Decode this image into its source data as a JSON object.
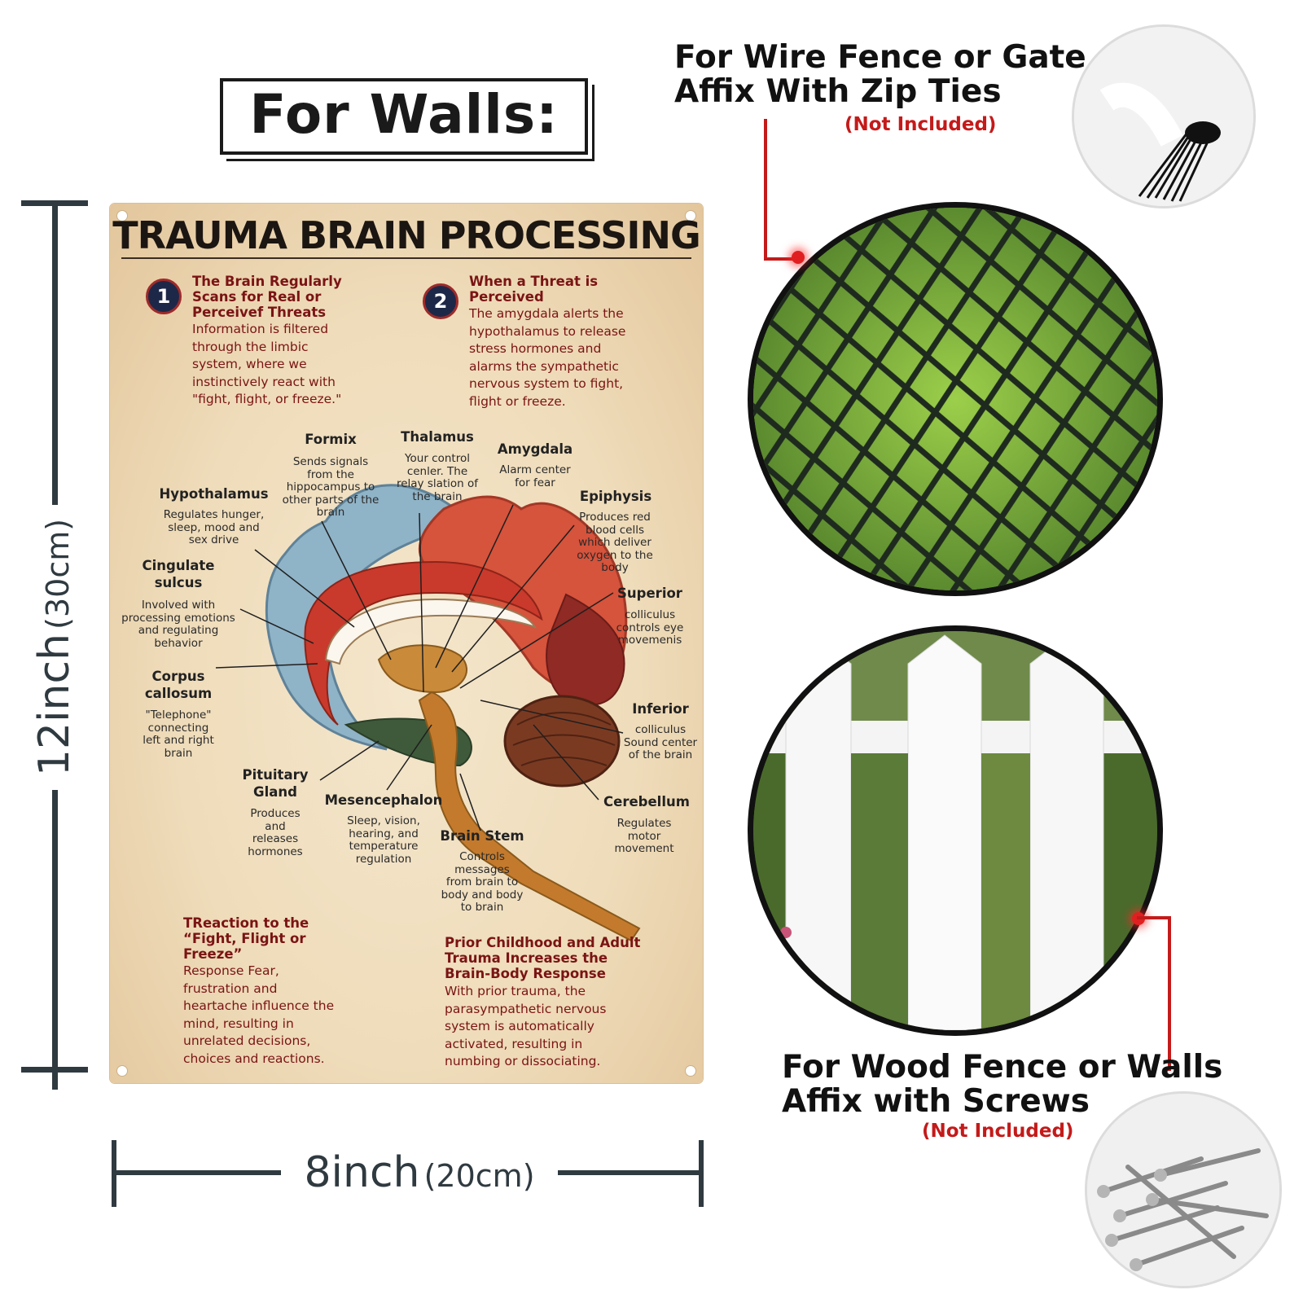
{
  "header": {
    "walls_label": "For Walls:"
  },
  "dimensions": {
    "height_value": "12inch",
    "height_metric": "(30cm)",
    "width_value": "8inch",
    "width_metric": "(20cm)"
  },
  "poster": {
    "title": "TRAUMA BRAIN PROCESSING",
    "sections": [
      {
        "number": "1",
        "heading": [
          "The Brain Regularly",
          "Scans for Real or",
          "Perceivef Threats"
        ],
        "body": [
          "Information is filtered",
          "through the limbic",
          "system, where we",
          "instinctively react with",
          "\"fight, flight, or freeze.\""
        ]
      },
      {
        "number": "2",
        "heading": [
          "When a Threat is",
          "Perceived"
        ],
        "body": [
          "The amygdala alerts the",
          "hypothalamus to release",
          "stress hormones and",
          "alarms the sympathetic",
          "nervous system to fight,",
          "flight or freeze."
        ]
      },
      {
        "heading": [
          "TReaction to the",
          "“Fight, Flight or",
          "Freeze”"
        ],
        "body": [
          "Response Fear,",
          "frustration and",
          "heartache influence the",
          "mind, resulting in",
          "unrelated decisions,",
          "choices and reactions."
        ]
      },
      {
        "heading": [
          "Prior Childhood and Adult",
          "Trauma Increases the",
          "Brain-Body Response"
        ],
        "body": [
          "With prior trauma, the",
          "parasympathetic nervous",
          "system is automatically",
          "activated, resulting in",
          "numbing or dissociating."
        ]
      }
    ],
    "brain_parts": [
      {
        "name": [
          "Formix"
        ],
        "desc": [
          "Sends signals",
          "from the",
          "hippocampus to",
          "other parts of the",
          "brain"
        ]
      },
      {
        "name": [
          "Thalamus"
        ],
        "desc": [
          "Your control",
          "cenler. The",
          "relay slation of",
          "the brain"
        ]
      },
      {
        "name": [
          "Amygdala"
        ],
        "desc": [
          "Alarm center",
          "for fear"
        ]
      },
      {
        "name": [
          "Hypothalamus"
        ],
        "desc": [
          "Regulates hunger,",
          "sleep, mood and",
          "sex drive"
        ]
      },
      {
        "name": [
          "Epiphysis"
        ],
        "desc": [
          "Produces red",
          "blood cells",
          "which deliver",
          "oxygen to the",
          "body"
        ]
      },
      {
        "name": [
          "Cingulate",
          "sulcus"
        ],
        "desc": [
          "Involved with",
          "processing emotions",
          "and regulating",
          "behavior"
        ]
      },
      {
        "name": [
          "Superior"
        ],
        "desc": [
          "colliculus",
          "controls eye",
          "movemenis"
        ]
      },
      {
        "name": [
          "Corpus",
          "callosum"
        ],
        "desc": [
          "\"Telephone\"",
          "connecting",
          "left and right",
          "brain"
        ]
      },
      {
        "name": [
          "Inferior"
        ],
        "desc": [
          "colliculus",
          "Sound center",
          "of the brain"
        ]
      },
      {
        "name": [
          "Pituitary",
          "Gland"
        ],
        "desc": [
          "Produces",
          "and",
          "releases",
          "hormones"
        ]
      },
      {
        "name": [
          "Mesencephalon"
        ],
        "desc": [
          "Sleep, vision,",
          "hearing, and",
          "temperature",
          "regulation"
        ]
      },
      {
        "name": [
          "Cerebellum"
        ],
        "desc": [
          "Regulates",
          "motor",
          "movement"
        ]
      },
      {
        "name": [
          "Brain Stem"
        ],
        "desc": [
          "Controls",
          "messages",
          "from brain to",
          "body and body",
          "to brain"
        ]
      }
    ]
  },
  "wire_fence": {
    "heading": [
      "For Wire Fence or Gate",
      "Affix With Zip Ties"
    ],
    "note": "(Not Included)"
  },
  "wood_fence": {
    "heading": [
      "For Wood Fence or Walls",
      "Affix with Screws"
    ],
    "note": "(Not Included)"
  },
  "colors": {
    "accent_red": "#c41a1a",
    "poster_text_red": "#7a1414",
    "ruler": "#2f3a40",
    "poster_bg": "#f0dfc0"
  }
}
